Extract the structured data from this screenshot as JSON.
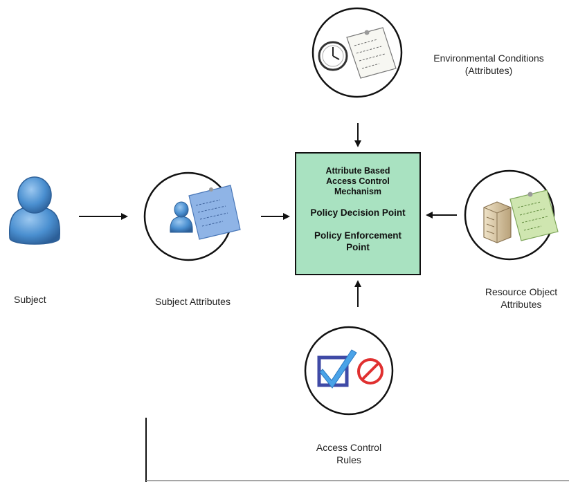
{
  "center": {
    "mechanism_lines": [
      "Attribute Based",
      "Access Control",
      "Mechanism"
    ],
    "policy_decision": "Policy Decision Point",
    "policy_enforcement_lines": [
      "Policy Enforcement",
      "Point"
    ],
    "fill_color": "#a9e2c1"
  },
  "nodes": {
    "subject": {
      "label": "Subject",
      "icon": "person-icon"
    },
    "subject_attributes": {
      "label": "Subject Attributes",
      "icons": [
        "person-icon",
        "document-icon"
      ]
    },
    "environmental": {
      "label_lines": [
        "Environmental Conditions",
        "(Attributes)"
      ],
      "icons": [
        "clock-icon",
        "document-icon"
      ]
    },
    "resource": {
      "label_lines": [
        "Resource Object",
        "Attributes"
      ],
      "icons": [
        "server-icon",
        "document-icon"
      ]
    },
    "rules": {
      "label_lines": [
        "Access Control",
        "Rules"
      ],
      "icons": [
        "checkbox-checked-icon",
        "prohibited-icon"
      ]
    }
  },
  "colors": {
    "person_blue": "#4a8fd0",
    "note_blue": "#8fb4e6",
    "note_green": "#cfe6b0",
    "note_white": "#f7f7f2",
    "check_navy": "#3f4aa6",
    "prohibit_red": "#e03030",
    "server_beige": "#d9c9a8"
  }
}
